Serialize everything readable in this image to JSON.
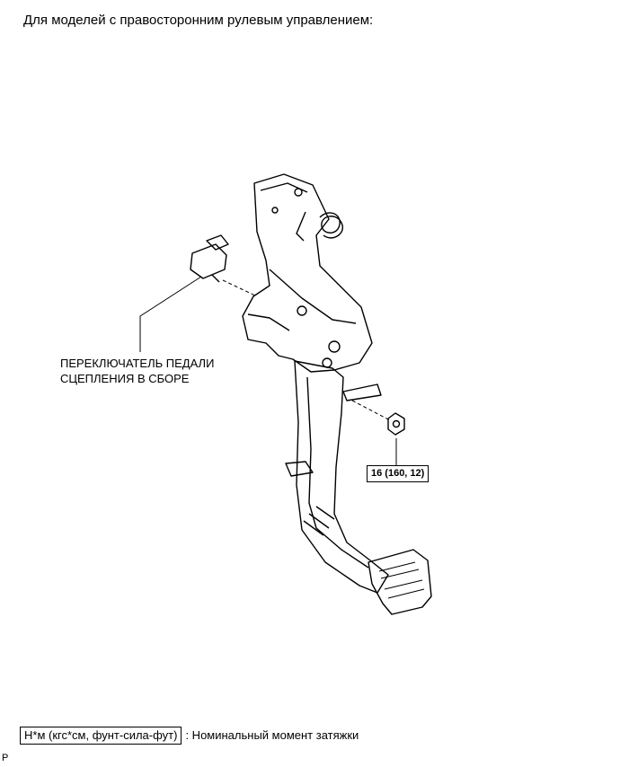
{
  "heading": "Для моделей с правосторонним рулевым управлением:",
  "part_label_line1": "ПЕРЕКЛЮЧАТЕЛЬ ПЕДАЛИ",
  "part_label_line2": "СЦЕПЛЕНИЯ В СБОРЕ",
  "torque_value": "16 (160, 12)",
  "legend_units": "Н*м (кгс*см, фунт-сила-фут)",
  "legend_description": ": Номинальный момент затяжки",
  "corner_code": "P"
}
